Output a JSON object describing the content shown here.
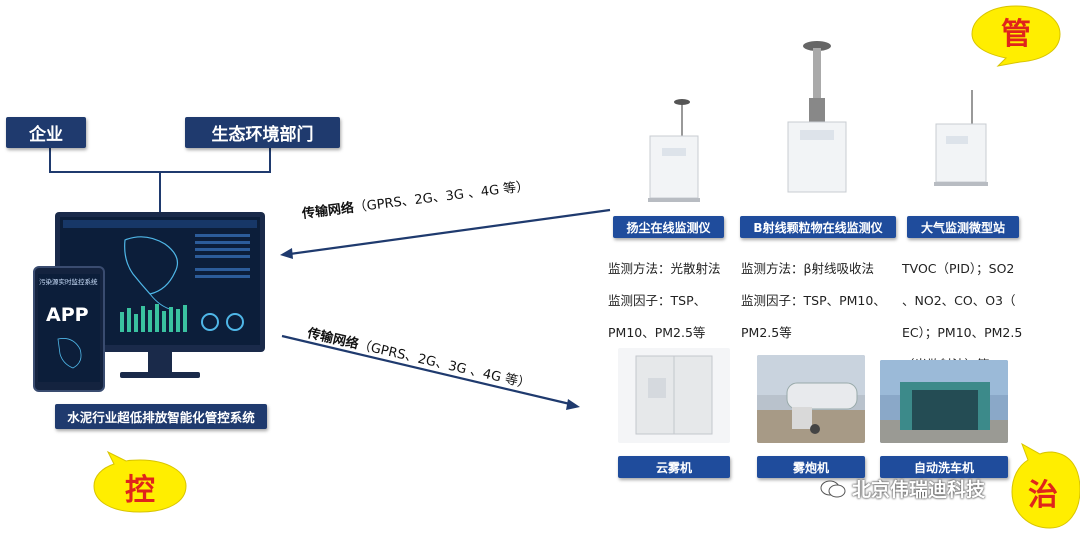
{
  "top_boxes": {
    "enterprise": "企业",
    "eco_dept": "生态环境部门"
  },
  "monitor": {
    "app_label": "APP",
    "tablet_title": "污染源实时监控系统"
  },
  "system_title": "水泥行业超低排放智能化管控系统",
  "network_top": {
    "bold": "传输网络",
    "rest": "（GPRS、2G、3G 、4G 等）"
  },
  "network_bottom": {
    "bold": "传输网络",
    "rest": "（GPRS、2G、3G 、4G 等）"
  },
  "callouts": {
    "manage": "管",
    "control": "控",
    "govern": "治"
  },
  "devices": [
    {
      "label": "扬尘在线监测仪",
      "desc_line1": "监测方法：光散射法",
      "desc_line2": "监测因子：TSP、",
      "desc_line3": "PM10、PM2.5等"
    },
    {
      "label": "B射线颗粒物在线监测仪",
      "desc_line1": "监测方法：β射线吸收法",
      "desc_line2": "监测因子：TSP、PM10、",
      "desc_line3": "PM2.5等"
    },
    {
      "label": "大气监测微型站",
      "desc_line1": "TVOC（PID）；SO2",
      "desc_line2": "、NO2、CO、O3（",
      "desc_line3": "EC）；PM10、PM2.5",
      "desc_line4": "（光散射法）等"
    }
  ],
  "equipment": [
    {
      "label": "云雾机"
    },
    {
      "label": "雾炮机"
    },
    {
      "label": "自动洗车机"
    }
  ],
  "watermark": "北京伟瑞迪科技",
  "colors": {
    "navy": "#1f3a6e",
    "label_blue": "#1f4c9c",
    "callout_fill": "#ffee00",
    "callout_text": "#e0241b",
    "arrow": "#1f3a6e"
  }
}
